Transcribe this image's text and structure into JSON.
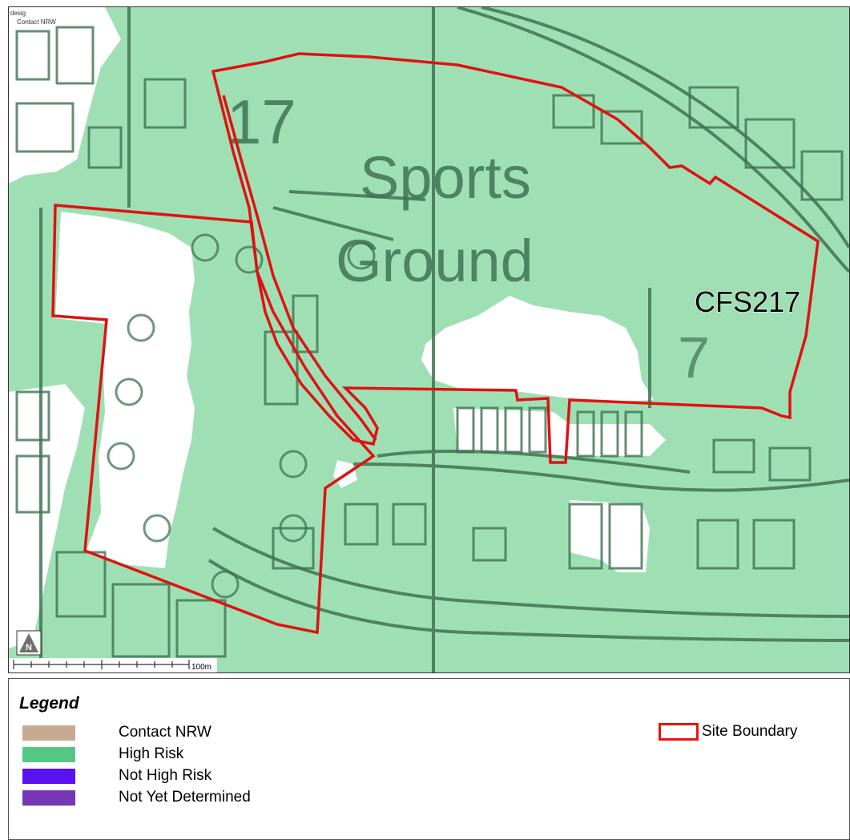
{
  "map": {
    "site_label": "CFS217",
    "place_name_line1": "Sports",
    "place_name_line2": "Ground",
    "road_number": "17",
    "road_number_2": "7",
    "corner_text_line1": "desig",
    "corner_text_line2": "Contact NRW",
    "north_arrow": "N",
    "scale_label": "100m",
    "colors": {
      "high_risk_fill": "#9ee0b4",
      "site_boundary": "#e11111",
      "base_lines": "#3f7351"
    }
  },
  "legend": {
    "title": "Legend",
    "items": [
      {
        "label": "Contact NRW",
        "color": "#c8aa91"
      },
      {
        "label": "High Risk",
        "color": "#55c785"
      },
      {
        "label": "Not High Risk",
        "color": "#5a12f0"
      },
      {
        "label": "Not Yet Determined",
        "color": "#7536b8"
      }
    ],
    "site_boundary_label": "Site Boundary"
  }
}
